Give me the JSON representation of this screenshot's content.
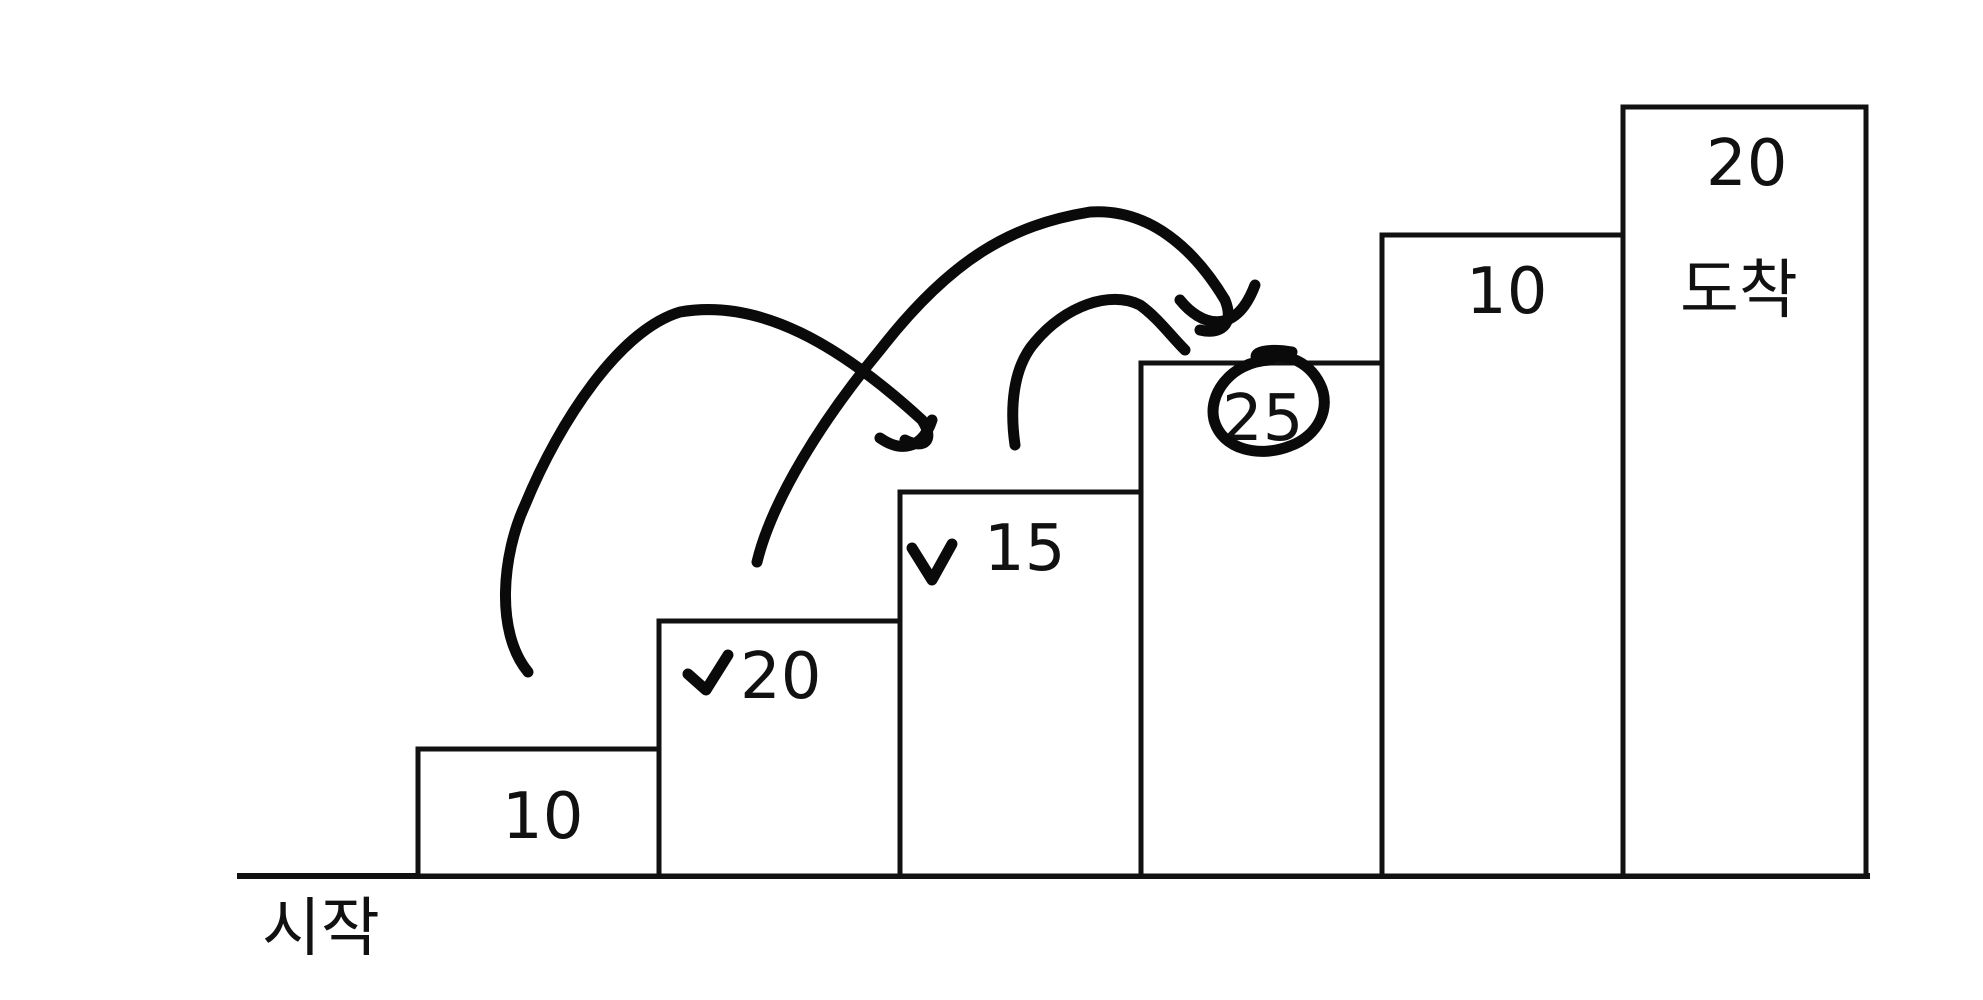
{
  "start_label": "시작",
  "finish_label": "도착",
  "steps": [
    {
      "value": "10"
    },
    {
      "value": "20",
      "checked": true
    },
    {
      "value": "15",
      "checked": true
    },
    {
      "value": "25",
      "circled": true
    },
    {
      "value": "10"
    },
    {
      "value": "20"
    }
  ],
  "colors": {
    "ink": "#0a0a0a",
    "line": "#111111",
    "background": "#ffffff"
  }
}
